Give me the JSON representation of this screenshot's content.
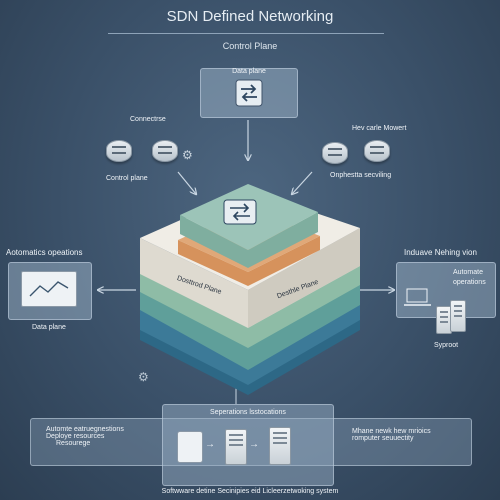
{
  "header": {
    "title": "SDN Defined Networking",
    "subtitle": "Control Plane"
  },
  "top_box": {
    "label": "Data plane"
  },
  "left_router_group": {
    "top_label": "Connectrse",
    "bottom_label": "Control plane"
  },
  "right_router_group": {
    "top_label": "Hev carle Mowert",
    "bottom_label": "Onphestta secviling"
  },
  "stack": {
    "left_face_label": "Dosttrod Plane",
    "right_face_label": "Desthle Plane"
  },
  "left_panel": {
    "heading": "Aotomatics opeations",
    "footer": "Data plane"
  },
  "right_panel": {
    "heading": "Induave Nehing vion",
    "line1": "Automate",
    "line2": "operations",
    "footer": "Syproot"
  },
  "bottom_center": {
    "heading": "Seperations lsstocations"
  },
  "bottom_left": {
    "lines": [
      "Automte eatruegnestions",
      "Deploye resources",
      "Resourege"
    ]
  },
  "bottom_right": {
    "lines": [
      "Mhane newk hew mrioics",
      "romputer seuuectity"
    ]
  },
  "footer": {
    "caption": "Softwware detine Secinipies eid Licleerzetwoking system"
  },
  "colors": {
    "background": "#3a5068",
    "layer_teal_top": "#9cc4b8",
    "layer_orange": "#e0a878",
    "layer_cream": "#e8e4da",
    "layer_green": "#8ebca6",
    "layer_blue": "#3c7a98"
  }
}
